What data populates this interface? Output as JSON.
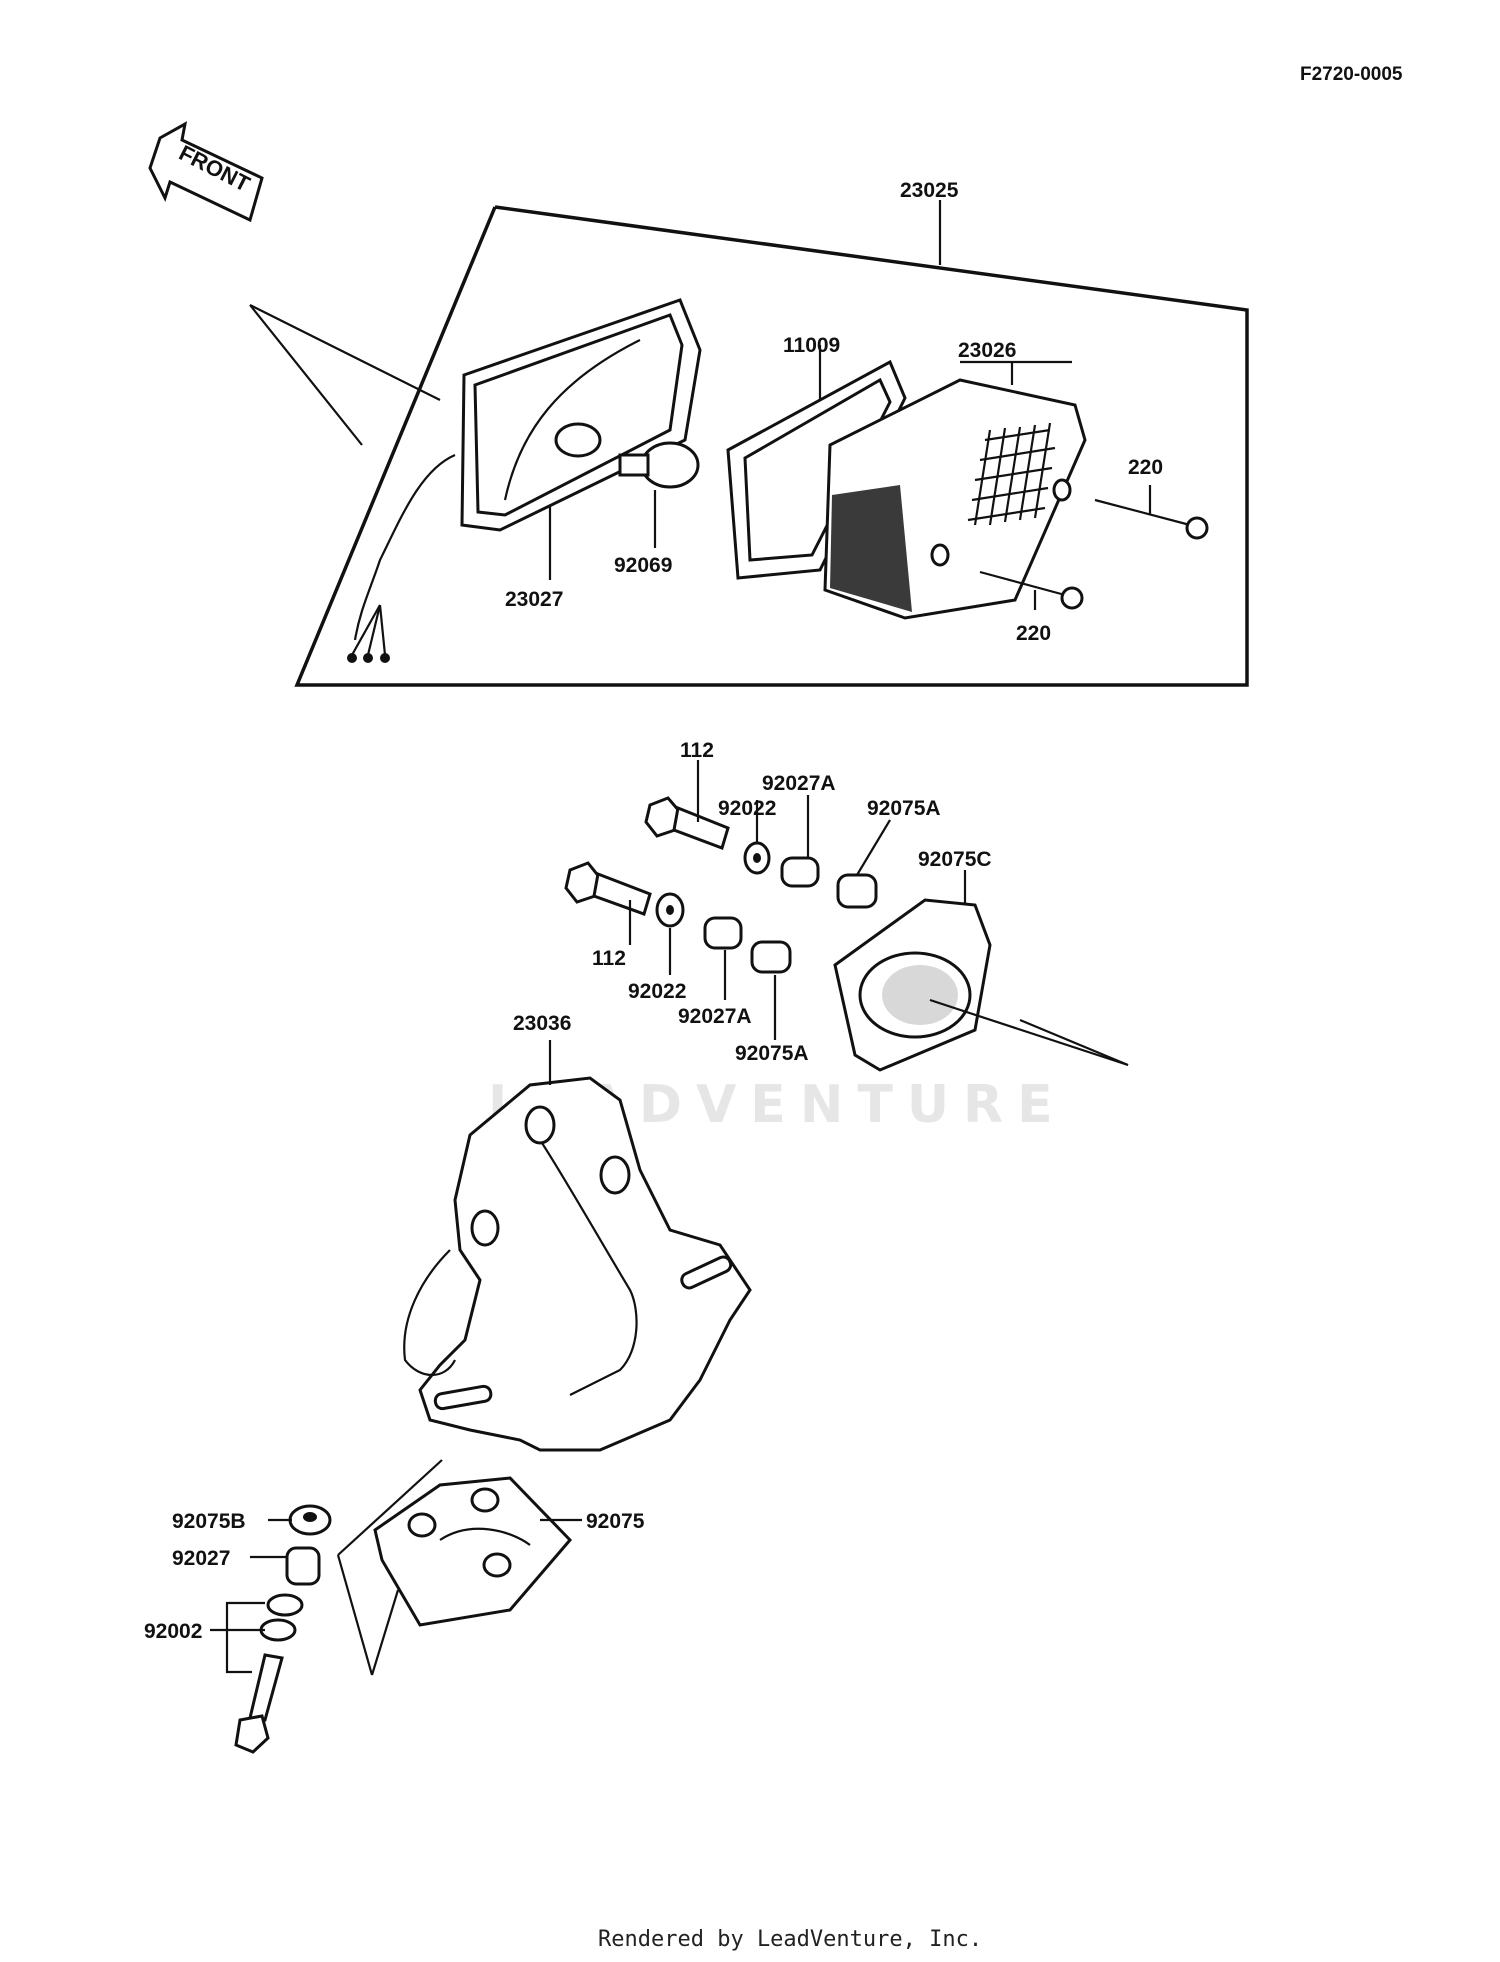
{
  "header": {
    "code": "F2720-0005"
  },
  "front_label": "FRONT",
  "watermark": "LEADVENTURE",
  "footer": "Rendered by LeadVenture, Inc.",
  "callouts": {
    "c23025": "23025",
    "c11009": "11009",
    "c23026": "23026",
    "c220a": "220",
    "c220b": "220",
    "c23027": "23027",
    "c92069": "92069",
    "c112a": "112",
    "c92022a": "92022",
    "c92027Aa": "92027A",
    "c92075Aa": "92075A",
    "c92075C": "92075C",
    "c112b": "112",
    "c92022b": "92022",
    "c92027Ab": "92027A",
    "c92075Ab": "92075A",
    "c23036": "23036",
    "c92075B": "92075B",
    "c92027": "92027",
    "c92002": "92002",
    "c92075": "92075"
  }
}
